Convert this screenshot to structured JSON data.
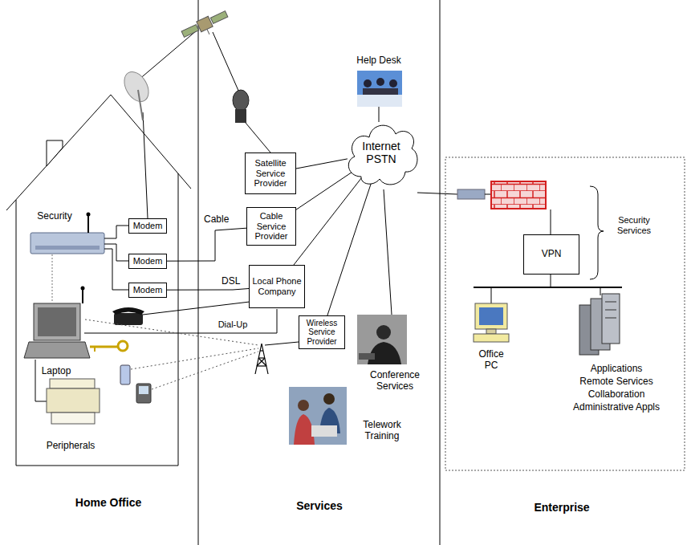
{
  "diagram": {
    "nodes": [
      {
        "text": [
          "Modem"
        ]
      },
      {
        "text": [
          "Modem"
        ]
      },
      {
        "text": [
          "Modem"
        ]
      },
      {
        "text": [
          "Satellite Service Provider"
        ]
      },
      {
        "text": [
          "Cable Service Provider"
        ]
      },
      {
        "text": [
          "Local Phone Company"
        ]
      },
      {
        "text": [
          "Wireless Service Provider"
        ]
      },
      {
        "text": [
          "Internet PSTN"
        ]
      },
      {
        "text": [
          "VPN"
        ]
      }
    ],
    "edges": [
      {
        "from": 3,
        "to": 7,
        "arrow": "none"
      },
      {
        "from": 4,
        "to": 7,
        "arrow": "none"
      },
      {
        "from": 5,
        "to": 7,
        "arrow": "none"
      },
      {
        "from": 6,
        "to": 7,
        "arrow": "none"
      },
      {
        "from": 1,
        "to": 4,
        "label": "Cable",
        "arrow": "none"
      },
      {
        "from": 2,
        "to": 5,
        "label": "DSL",
        "arrow": "none"
      }
    ],
    "labels": [
      "Help Desk",
      "Security",
      "Security Services",
      "Dial-Up",
      "Laptop",
      "Conference Services",
      "Office PC",
      "Applications",
      "Remote Services",
      "Collaboration",
      "Administrative Appls",
      "Telework Training",
      "Peripherals",
      "Home Office",
      "Services",
      "Enterprise"
    ]
  }
}
